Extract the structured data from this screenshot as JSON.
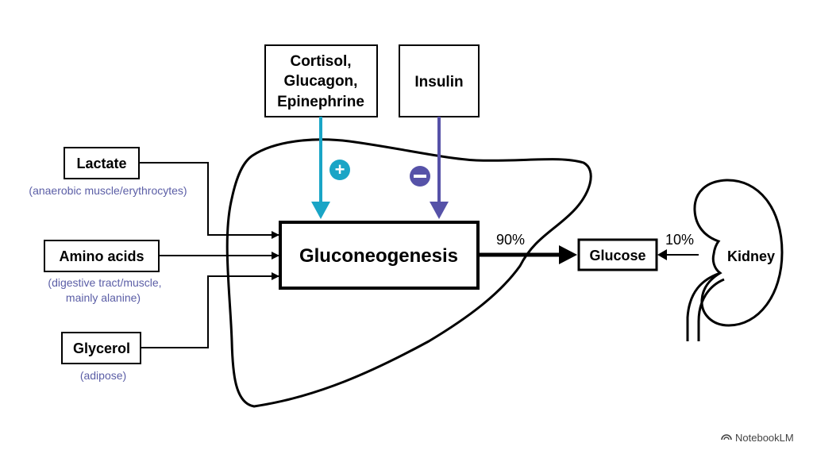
{
  "hormones": {
    "stimulators": [
      "Cortisol,",
      "Glucagon,",
      "Epinephrine"
    ],
    "inhibitor": "Insulin"
  },
  "substrates": {
    "lactate": {
      "label": "Lactate",
      "source": "(anaerobic muscle/erythrocytes)"
    },
    "amino_acids": {
      "label": "Amino acids",
      "source_lines": [
        "(digestive tract/muscle,",
        "mainly alanine)"
      ]
    },
    "glycerol": {
      "label": "Glycerol",
      "source": "(adipose)"
    }
  },
  "process": {
    "label": "Gluconeogenesis"
  },
  "output": {
    "label": "Glucose"
  },
  "kidney": {
    "label": "Kidney"
  },
  "contributions": {
    "liver": "90%",
    "kidney": "10%"
  },
  "signs": {
    "plus": "+",
    "minus": "−"
  },
  "colors": {
    "stimulate": "#1aa5c6",
    "inhibit": "#5652a8",
    "source_text": "#5b5ea6"
  },
  "watermark": "NotebookLM"
}
